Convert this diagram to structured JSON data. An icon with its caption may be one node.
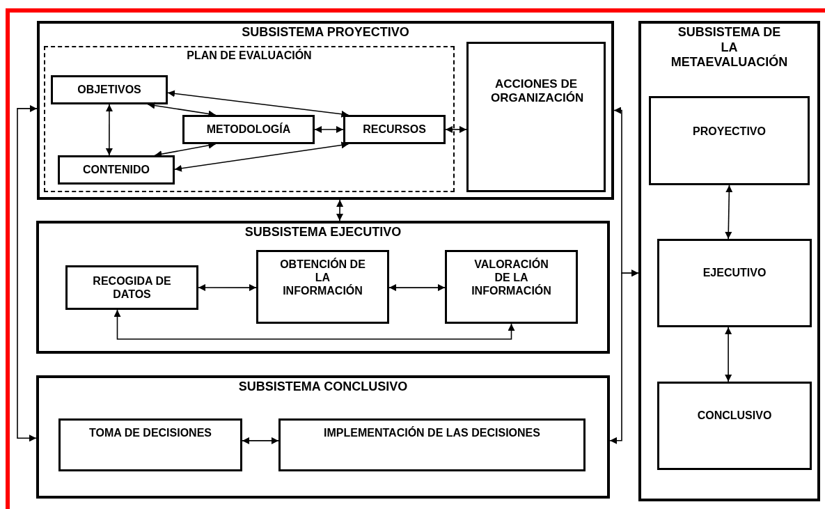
{
  "diagram": {
    "nodes": [
      {
        "text": [
          "SUBSISTEMA PROYECTIVO"
        ]
      },
      {
        "text": [
          "PLAN DE EVALUACIÓN"
        ],
        "in": 0
      },
      {
        "text": [
          "OBJETIVOS"
        ],
        "in": 1
      },
      {
        "text": [
          "METODOLOGÍA"
        ],
        "in": 1
      },
      {
        "text": [
          "RECURSOS"
        ],
        "in": 1
      },
      {
        "text": [
          "CONTENIDO"
        ],
        "in": 1
      },
      {
        "text": [
          "ACCIONES DE ORGANIZACIÓN"
        ],
        "in": 0
      },
      {
        "text": [
          "SUBSISTEMA EJECUTIVO"
        ]
      },
      {
        "text": [
          "RECOGIDA DE DATOS"
        ],
        "in": 7
      },
      {
        "text": [
          "OBTENCIÓN DE LA INFORMACIÓN"
        ],
        "in": 7
      },
      {
        "text": [
          "VALORACIÓN DE LA INFORMACIÓN"
        ],
        "in": 7
      },
      {
        "text": [
          "SUBSISTEMA CONCLUSIVO"
        ]
      },
      {
        "text": [
          "TOMA DE DECISIONES"
        ],
        "in": 11
      },
      {
        "text": [
          "IMPLEMENTACIÓN DE LAS DECISIONES"
        ],
        "in": 11
      },
      {
        "text": [
          "SUBSISTEMA DE LA METAEVALUACIÓN"
        ]
      },
      {
        "text": [
          "PROYECTIVO"
        ],
        "in": 14
      },
      {
        "text": [
          "EJECUTIVO"
        ],
        "in": 14
      },
      {
        "text": [
          "CONCLUSIVO"
        ],
        "in": 14
      }
    ],
    "edges": [
      {
        "from": 2,
        "to": 4,
        "arrow": "both"
      },
      {
        "from": 2,
        "to": 3,
        "arrow": "both"
      },
      {
        "from": 2,
        "to": 5,
        "arrow": "both"
      },
      {
        "from": 3,
        "to": 4,
        "arrow": "both"
      },
      {
        "from": 5,
        "to": 3,
        "arrow": "both"
      },
      {
        "from": 5,
        "to": 4,
        "arrow": "both"
      },
      {
        "from": 4,
        "to": 6,
        "arrow": "both"
      },
      {
        "from": 0,
        "to": 7,
        "arrow": "both"
      },
      {
        "from": 8,
        "to": 9,
        "arrow": "both"
      },
      {
        "from": 9,
        "to": 10,
        "arrow": "both"
      },
      {
        "from": 8,
        "to": 10,
        "arrow": "both"
      },
      {
        "from": 12,
        "to": 13,
        "arrow": "both"
      },
      {
        "from": 0,
        "to": 11,
        "arrow": "both"
      },
      {
        "from": 14,
        "to": 0,
        "arrow": "both"
      },
      {
        "from": 14,
        "to": 11,
        "arrow": "both"
      },
      {
        "from": 15,
        "to": 16,
        "arrow": "both"
      },
      {
        "from": 16,
        "to": 17,
        "arrow": "both"
      }
    ]
  }
}
